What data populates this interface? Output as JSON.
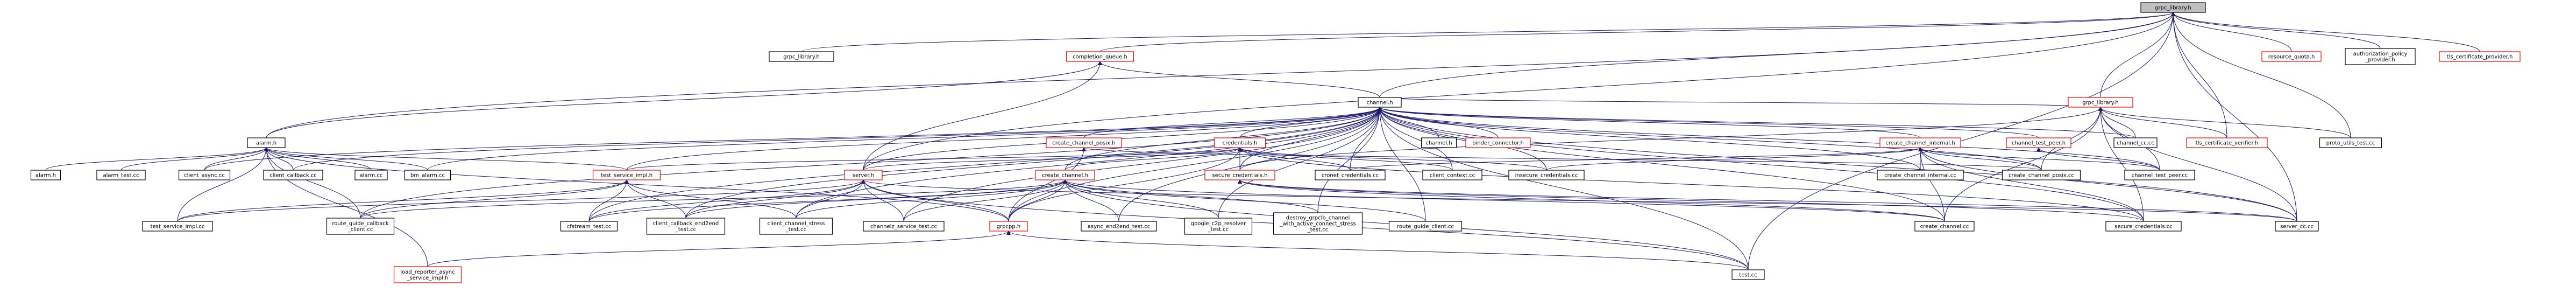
{
  "nodes": [
    {
      "id": "root",
      "label": "grpc_library.h",
      "kind": "root"
    },
    {
      "id": "grpc_library_h2",
      "label": "grpc_library.h",
      "kind": "plain"
    },
    {
      "id": "completion_queue_h",
      "label": "completion_queue.h",
      "kind": "red"
    },
    {
      "id": "resource_quota_h",
      "label": "resource_quota.h",
      "kind": "red"
    },
    {
      "id": "authorization_policy_provider_h",
      "label": "authorization_policy\n_provider.h",
      "kind": "plain"
    },
    {
      "id": "tls_certificate_provider_h",
      "label": "tls_certificate_provider.h",
      "kind": "red"
    },
    {
      "id": "grpc_library_h3",
      "label": "grpc_library.h",
      "kind": "red"
    },
    {
      "id": "channel_h",
      "label": "channel.h",
      "kind": "plain"
    },
    {
      "id": "alarm_h",
      "label": "alarm.h",
      "kind": "plain"
    },
    {
      "id": "create_channel_posix_h",
      "label": "create_channel_posix.h",
      "kind": "red"
    },
    {
      "id": "credentials_h",
      "label": "credentials.h",
      "kind": "red"
    },
    {
      "id": "channel_h2",
      "label": "channel.h",
      "kind": "plain"
    },
    {
      "id": "binder_connector_h",
      "label": "binder_connector.h",
      "kind": "red"
    },
    {
      "id": "create_channel_internal_h",
      "label": "create_channel_internal.h",
      "kind": "red"
    },
    {
      "id": "channel_test_peer_h",
      "label": "channel_test_peer.h",
      "kind": "red"
    },
    {
      "id": "channel_cc",
      "label": "channel_cc.cc",
      "kind": "plain"
    },
    {
      "id": "tls_certificate_verifier_h",
      "label": "tls_certificate_verifier.h",
      "kind": "red"
    },
    {
      "id": "proto_utils_test_cc",
      "label": "proto_utils_test.cc",
      "kind": "plain"
    },
    {
      "id": "alarm_h2",
      "label": "alarm.h",
      "kind": "plain"
    },
    {
      "id": "alarm_test_cc",
      "label": "alarm_test.cc",
      "kind": "plain"
    },
    {
      "id": "client_async_cc",
      "label": "client_async.cc",
      "kind": "plain"
    },
    {
      "id": "client_callback_cc",
      "label": "client_callback.cc",
      "kind": "plain"
    },
    {
      "id": "alarm_cc",
      "label": "alarm.cc",
      "kind": "plain"
    },
    {
      "id": "bm_alarm_cc",
      "label": "bm_alarm.cc",
      "kind": "plain"
    },
    {
      "id": "test_service_impl_h",
      "label": "test_service_impl.h",
      "kind": "red"
    },
    {
      "id": "server_h",
      "label": "server.h",
      "kind": "red"
    },
    {
      "id": "create_channel_h",
      "label": "create_channel.h",
      "kind": "red"
    },
    {
      "id": "secure_credentials_h",
      "label": "secure_credentials.h",
      "kind": "red"
    },
    {
      "id": "cronet_credentials_cc",
      "label": "cronet_credentials.cc",
      "kind": "plain"
    },
    {
      "id": "client_context_cc",
      "label": "client_context.cc",
      "kind": "plain"
    },
    {
      "id": "insecure_credentials_cc",
      "label": "insecure_credentials.cc",
      "kind": "plain"
    },
    {
      "id": "create_channel_internal_cc",
      "label": "create_channel_internal.cc",
      "kind": "plain"
    },
    {
      "id": "create_channel_posix_cc",
      "label": "create_channel_posix.cc",
      "kind": "plain"
    },
    {
      "id": "channel_test_peer_cc",
      "label": "channel_test_peer.cc",
      "kind": "plain"
    },
    {
      "id": "test_service_impl_cc",
      "label": "test_service_impl.cc",
      "kind": "plain"
    },
    {
      "id": "route_guide_callback_client_cc",
      "label": "route_guide_callback\n_client.cc",
      "kind": "plain"
    },
    {
      "id": "cfstream_test_cc",
      "label": "cfstream_test.cc",
      "kind": "plain"
    },
    {
      "id": "client_callback_end2end_test_cc",
      "label": "client_callback_end2end\n_test.cc",
      "kind": "plain"
    },
    {
      "id": "client_channel_stress_test_cc",
      "label": "client_channel_stress\n_test.cc",
      "kind": "plain"
    },
    {
      "id": "channelz_service_test_cc",
      "label": "channelz_service_test.cc",
      "kind": "plain"
    },
    {
      "id": "grpcpp_h",
      "label": "grpcpp.h",
      "kind": "red"
    },
    {
      "id": "async_end2end_test_cc",
      "label": "async_end2end_test.cc",
      "kind": "plain"
    },
    {
      "id": "google_c2p_resolver_test_cc",
      "label": "google_c2p_resolver\n_test.cc",
      "kind": "plain"
    },
    {
      "id": "destroy_grpclb_test_cc",
      "label": "destroy_grpclb_channel\n_with_active_connect_stress\n_test.cc",
      "kind": "plain"
    },
    {
      "id": "route_guide_client_cc",
      "label": "route_guide_client.cc",
      "kind": "plain"
    },
    {
      "id": "create_channel_cc",
      "label": "create_channel.cc",
      "kind": "plain"
    },
    {
      "id": "secure_credentials_cc",
      "label": "secure_credentials.cc",
      "kind": "plain"
    },
    {
      "id": "server_cc_cc",
      "label": "server_cc.cc",
      "kind": "plain"
    },
    {
      "id": "load_reporter_async_service_impl_h",
      "label": "load_reporter_async\n_service_impl.h",
      "kind": "red"
    },
    {
      "id": "test_cc",
      "label": "test.cc",
      "kind": "plain"
    }
  ],
  "edges": [
    [
      "grpc_library_h2",
      "root"
    ],
    [
      "completion_queue_h",
      "root"
    ],
    [
      "resource_quota_h",
      "root"
    ],
    [
      "authorization_policy_provider_h",
      "root"
    ],
    [
      "tls_certificate_provider_h",
      "root"
    ],
    [
      "grpc_library_h3",
      "root"
    ],
    [
      "channel_h",
      "root"
    ],
    [
      "alarm_h",
      "root"
    ],
    [
      "server_h",
      "root"
    ],
    [
      "tls_certificate_verifier_h",
      "root"
    ],
    [
      "proto_utils_test_cc",
      "root"
    ],
    [
      "test_cc",
      "root"
    ],
    [
      "server_cc_cc",
      "root"
    ],
    [
      "channel_h",
      "completion_queue_h"
    ],
    [
      "alarm_h",
      "completion_queue_h"
    ],
    [
      "server_h",
      "completion_queue_h"
    ],
    [
      "channel_h",
      "grpc_library_h3"
    ],
    [
      "channel_cc",
      "grpc_library_h3"
    ],
    [
      "tls_certificate_verifier_h",
      "grpc_library_h3"
    ],
    [
      "proto_utils_test_cc",
      "grpc_library_h3"
    ],
    [
      "create_channel_posix_cc",
      "grpc_library_h3"
    ],
    [
      "channel_test_peer_cc",
      "grpc_library_h3"
    ],
    [
      "server_cc_cc",
      "grpc_library_h3"
    ],
    [
      "secure_credentials_cc",
      "grpc_library_h3"
    ],
    [
      "create_channel_cc",
      "grpc_library_h3"
    ],
    [
      "secure_credentials_h",
      "grpc_library_h3"
    ],
    [
      "create_channel_posix_h",
      "channel_h"
    ],
    [
      "credentials_h",
      "channel_h"
    ],
    [
      "channel_h2",
      "channel_h"
    ],
    [
      "binder_connector_h",
      "channel_h"
    ],
    [
      "create_channel_internal_h",
      "channel_h"
    ],
    [
      "channel_test_peer_h",
      "channel_h"
    ],
    [
      "channel_cc",
      "channel_h"
    ],
    [
      "cronet_credentials_cc",
      "channel_h"
    ],
    [
      "client_context_cc",
      "channel_h"
    ],
    [
      "insecure_credentials_cc",
      "channel_h"
    ],
    [
      "create_channel_posix_cc",
      "channel_h"
    ],
    [
      "channel_test_peer_cc",
      "channel_h"
    ],
    [
      "create_channel_internal_cc",
      "channel_h"
    ],
    [
      "create_channel_h",
      "channel_h"
    ],
    [
      "server_h",
      "channel_h"
    ],
    [
      "secure_credentials_h",
      "channel_h"
    ],
    [
      "client_async_cc",
      "channel_h"
    ],
    [
      "client_callback_cc",
      "channel_h"
    ],
    [
      "bm_alarm_cc",
      "channel_h"
    ],
    [
      "test_service_impl_h",
      "channel_h"
    ],
    [
      "route_guide_callback_client_cc",
      "channel_h"
    ],
    [
      "cfstream_test_cc",
      "channel_h"
    ],
    [
      "client_callback_end2end_test_cc",
      "channel_h"
    ],
    [
      "client_channel_stress_test_cc",
      "channel_h"
    ],
    [
      "channelz_service_test_cc",
      "channel_h"
    ],
    [
      "grpcpp_h",
      "channel_h"
    ],
    [
      "async_end2end_test_cc",
      "channel_h"
    ],
    [
      "google_c2p_resolver_test_cc",
      "channel_h"
    ],
    [
      "destroy_grpclb_test_cc",
      "channel_h"
    ],
    [
      "route_guide_client_cc",
      "channel_h"
    ],
    [
      "create_channel_cc",
      "channel_h"
    ],
    [
      "secure_credentials_cc",
      "channel_h"
    ],
    [
      "server_cc_cc",
      "channel_h"
    ],
    [
      "test_cc",
      "channel_h"
    ],
    [
      "alarm_h2",
      "alarm_h"
    ],
    [
      "alarm_test_cc",
      "alarm_h"
    ],
    [
      "client_async_cc",
      "alarm_h"
    ],
    [
      "client_callback_cc",
      "alarm_h"
    ],
    [
      "alarm_cc",
      "alarm_h"
    ],
    [
      "bm_alarm_cc",
      "alarm_h"
    ],
    [
      "test_service_impl_h",
      "alarm_h"
    ],
    [
      "test_service_impl_cc",
      "alarm_h"
    ],
    [
      "route_guide_callback_client_cc",
      "alarm_h"
    ],
    [
      "grpcpp_h",
      "alarm_h"
    ],
    [
      "load_reporter_async_service_impl_h",
      "alarm_h"
    ],
    [
      "create_channel_posix_cc",
      "create_channel_posix_h"
    ],
    [
      "grpcpp_h",
      "create_channel_posix_h"
    ],
    [
      "create_channel_h",
      "credentials_h"
    ],
    [
      "secure_credentials_h",
      "credentials_h"
    ],
    [
      "cronet_credentials_cc",
      "credentials_h"
    ],
    [
      "insecure_credentials_cc",
      "credentials_h"
    ],
    [
      "client_context_cc",
      "credentials_h"
    ],
    [
      "server_h",
      "credentials_h"
    ],
    [
      "grpcpp_h",
      "credentials_h"
    ],
    [
      "secure_credentials_cc",
      "credentials_h"
    ],
    [
      "test_service_impl_h",
      "credentials_h"
    ],
    [
      "create_channel_internal_cc",
      "create_channel_internal_h"
    ],
    [
      "create_channel_cc",
      "create_channel_internal_h"
    ],
    [
      "create_channel_posix_cc",
      "create_channel_internal_h"
    ],
    [
      "channel_test_peer_cc",
      "create_channel_internal_h"
    ],
    [
      "secure_credentials_cc",
      "create_channel_internal_h"
    ],
    [
      "server_cc_cc",
      "create_channel_internal_h"
    ],
    [
      "cronet_credentials_cc",
      "create_channel_internal_h"
    ],
    [
      "insecure_credentials_cc",
      "create_channel_internal_h"
    ],
    [
      "channel_test_peer_cc",
      "channel_test_peer_h"
    ],
    [
      "test_service_impl_cc",
      "test_service_impl_h"
    ],
    [
      "cfstream_test_cc",
      "test_service_impl_h"
    ],
    [
      "client_callback_end2end_test_cc",
      "test_service_impl_h"
    ],
    [
      "client_channel_stress_test_cc",
      "test_service_impl_h"
    ],
    [
      "route_guide_callback_client_cc",
      "test_service_impl_h"
    ],
    [
      "cfstream_test_cc",
      "server_h"
    ],
    [
      "client_callback_end2end_test_cc",
      "server_h"
    ],
    [
      "client_channel_stress_test_cc",
      "server_h"
    ],
    [
      "channelz_service_test_cc",
      "server_h"
    ],
    [
      "grpcpp_h",
      "server_h"
    ],
    [
      "server_cc_cc",
      "server_h"
    ],
    [
      "test_cc",
      "server_h"
    ],
    [
      "test_service_impl_cc",
      "server_h"
    ],
    [
      "route_guide_callback_client_cc",
      "create_channel_h"
    ],
    [
      "cfstream_test_cc",
      "create_channel_h"
    ],
    [
      "client_callback_end2end_test_cc",
      "create_channel_h"
    ],
    [
      "client_channel_stress_test_cc",
      "create_channel_h"
    ],
    [
      "channelz_service_test_cc",
      "create_channel_h"
    ],
    [
      "grpcpp_h",
      "create_channel_h"
    ],
    [
      "async_end2end_test_cc",
      "create_channel_h"
    ],
    [
      "google_c2p_resolver_test_cc",
      "create_channel_h"
    ],
    [
      "destroy_grpclb_test_cc",
      "create_channel_h"
    ],
    [
      "route_guide_client_cc",
      "create_channel_h"
    ],
    [
      "create_channel_cc",
      "create_channel_h"
    ],
    [
      "test_cc",
      "create_channel_h"
    ],
    [
      "secure_credentials_cc",
      "secure_credentials_h"
    ],
    [
      "create_channel_cc",
      "secure_credentials_h"
    ],
    [
      "server_cc_cc",
      "secure_credentials_h"
    ],
    [
      "load_reporter_async_service_impl_h",
      "grpcpp_h"
    ],
    [
      "test_cc",
      "grpcpp_h"
    ]
  ]
}
